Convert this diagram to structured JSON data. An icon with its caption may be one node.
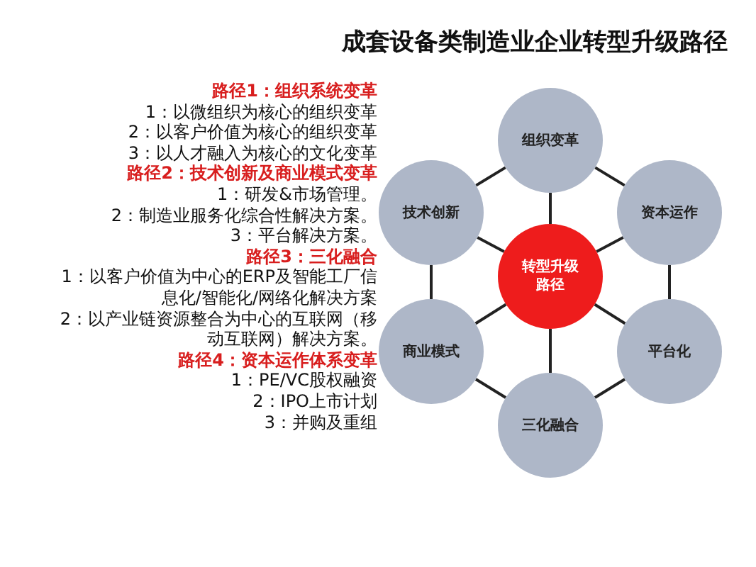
{
  "diagram": {
    "title": "成套设备类制造业企业转型升级路径",
    "nodes": [
      {
        "text": [
          "转型升级路径"
        ]
      },
      {
        "text": [
          "组织变革"
        ]
      },
      {
        "text": [
          "资本运作"
        ]
      },
      {
        "text": [
          "平台化"
        ]
      },
      {
        "text": [
          "三化融合"
        ]
      },
      {
        "text": [
          "商业模式"
        ]
      },
      {
        "text": [
          "技术创新"
        ]
      }
    ],
    "edges": [
      {
        "from": 1,
        "to": 2,
        "arrow": "none"
      },
      {
        "from": 2,
        "to": 3,
        "arrow": "none"
      },
      {
        "from": 3,
        "to": 4,
        "arrow": "none"
      },
      {
        "from": 4,
        "to": 5,
        "arrow": "none"
      },
      {
        "from": 5,
        "to": 6,
        "arrow": "none"
      },
      {
        "from": 6,
        "to": 1,
        "arrow": "none"
      },
      {
        "from": 0,
        "to": 1,
        "arrow": "none"
      },
      {
        "from": 0,
        "to": 2,
        "arrow": "none"
      },
      {
        "from": 0,
        "to": 3,
        "arrow": "none"
      },
      {
        "from": 0,
        "to": 4,
        "arrow": "none"
      },
      {
        "from": 0,
        "to": 5,
        "arrow": "none"
      },
      {
        "from": 0,
        "to": 6,
        "arrow": "none"
      }
    ],
    "labels": [
      "路径1：组织系统变革",
      "1：以微组织为核心的组织变革",
      "2：以客户价值为核心的组织变革",
      "3：以人才融入为核心的文化变革",
      "路径2：技术创新及商业模式变革",
      "1：研发&市场管理。",
      "2：制造业服务化综合性解决方案。",
      "3：平台解决方案。",
      "路径3：三化融合",
      "1：以客户价值为中心的ERP及智能工厂信息化/智能化/网络化解决方案",
      "2：以产业链资源整合为中心的互联网（移动互联网）解决方案。",
      "路径4：资本运作体系变革",
      "1：PE/VC股权融资",
      "2：IPO上市计划",
      "3：并购及重组"
    ]
  }
}
